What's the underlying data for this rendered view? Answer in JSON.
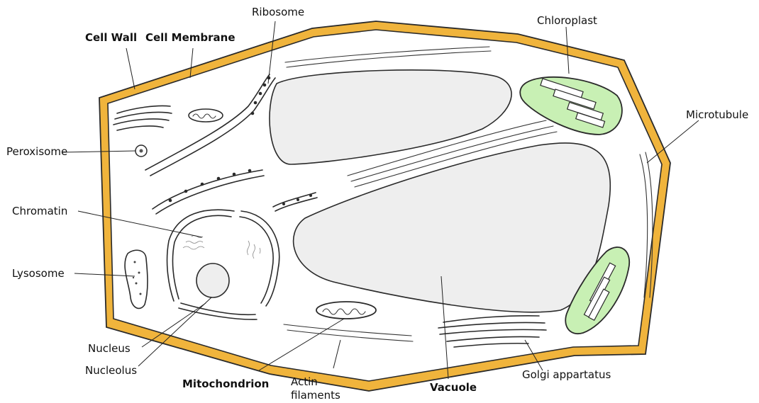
{
  "labels": {
    "cell_wall": "Cell Wall",
    "cell_membrane": "Cell Membrane",
    "ribosome": "Ribosome",
    "chloroplast": "Chloroplast",
    "microtubule": "Microtubule",
    "peroxisome": "Peroxisome",
    "chromatin": "Chromatin",
    "lysosome": "Lysosome",
    "nucleus": "Nucleus",
    "nucleolus": "Nucleolus",
    "mitochondrion": "Mitochondrion",
    "actin_filaments_line1": "Actin",
    "actin_filaments_line2": "filaments",
    "vacuole": "Vacuole",
    "golgi": "Golgi appartatus"
  },
  "colors": {
    "cell_wall": "#f0b43c",
    "cell_interior": "#ffffff",
    "vacuole": "#eeeeee",
    "chloroplast": "#c8f0b4",
    "outline": "#2a2a2a"
  }
}
